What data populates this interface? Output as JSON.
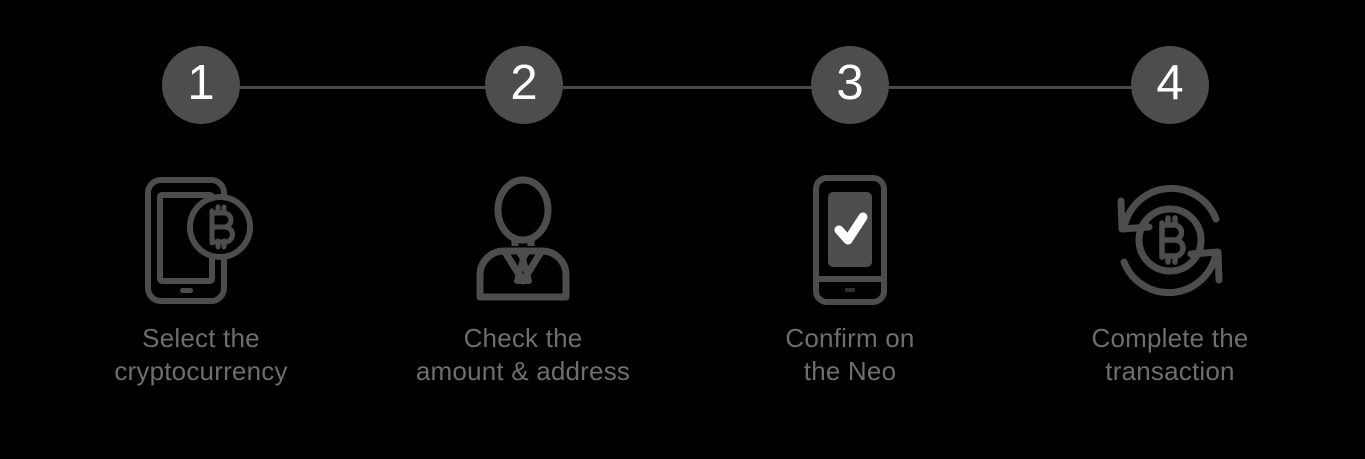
{
  "theme": {
    "background": "#000000",
    "circle_fill": "#4d4d4d",
    "circle_text": "#ffffff",
    "line": "#4a4a4a",
    "icon_stroke": "#4d4d4d",
    "label_text": "#6e6e6e",
    "check_color": "#ffffff"
  },
  "steps": [
    {
      "number": "1",
      "icon": "phone-bitcoin-icon",
      "label": "Select the\ncryptocurrency"
    },
    {
      "number": "2",
      "icon": "person-suit-icon",
      "label": "Check the\namount & address"
    },
    {
      "number": "3",
      "icon": "neo-device-check-icon",
      "label": "Confirm on\nthe Neo"
    },
    {
      "number": "4",
      "icon": "bitcoin-refresh-icon",
      "label": "Complete the\ntransaction"
    }
  ]
}
